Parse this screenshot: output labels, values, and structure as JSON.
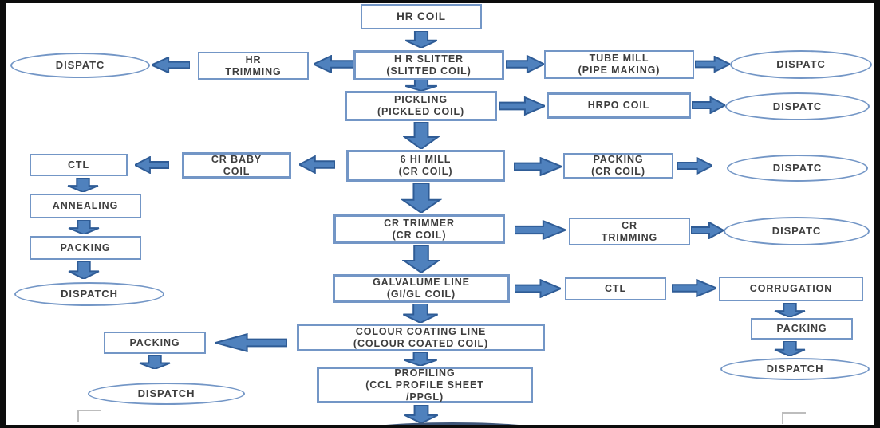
{
  "document": {
    "type": "process-flowchart",
    "background": "#ffffff",
    "frame_color": "#0c0c0c"
  },
  "palette": {
    "arrow_fill": "#4f81bd",
    "arrow_stroke": "#2f5c96",
    "box_border": "#7396c6",
    "text_color": "#3d3d3d"
  },
  "flowchart": {
    "nodes": {
      "hr_coil": {
        "shape": "box",
        "label": "HR COIL"
      },
      "dispatc_hr": {
        "shape": "ellipse",
        "label": "DISPATC"
      },
      "hr_trimming": {
        "shape": "box",
        "label": "HR\nTRIMMING"
      },
      "hr_slitter": {
        "shape": "box",
        "label": "H R SLITTER\n(SLITTED COIL)"
      },
      "tube_mill": {
        "shape": "box",
        "label": "TUBE MILL\n(PIPE MAKING)"
      },
      "dispatc_tube": {
        "shape": "ellipse",
        "label": "DISPATC"
      },
      "pickling": {
        "shape": "box",
        "label": "PICKLING\n(PICKLED COIL)"
      },
      "hrpo_coil": {
        "shape": "box",
        "label": "HRPO COIL"
      },
      "dispatc_hrpo": {
        "shape": "ellipse",
        "label": "DISPATC"
      },
      "ctl_left": {
        "shape": "box",
        "label": "CTL"
      },
      "cr_baby_coil": {
        "shape": "box",
        "label": "CR BABY\nCOIL"
      },
      "six_hi_mill": {
        "shape": "box",
        "label": "6 HI MILL\n(CR COIL)"
      },
      "packing_cr": {
        "shape": "box",
        "label": "PACKING\n(CR COIL)"
      },
      "dispatc_cr": {
        "shape": "ellipse",
        "label": "DISPATC"
      },
      "annealing": {
        "shape": "box",
        "label": "ANNEALING"
      },
      "packing_left": {
        "shape": "box",
        "label": "PACKING"
      },
      "dispatch_left": {
        "shape": "ellipse",
        "label": "DISPATCH"
      },
      "cr_trimmer": {
        "shape": "box",
        "label": "CR TRIMMER\n(CR COIL)"
      },
      "cr_trimming": {
        "shape": "box",
        "label": "CR\nTRIMMING"
      },
      "dispatc_trim": {
        "shape": "ellipse",
        "label": "DISPATC"
      },
      "galvalume": {
        "shape": "box",
        "label": "GALVALUME LINE\n(GI/GL COIL)"
      },
      "ctl_right": {
        "shape": "box",
        "label": "CTL"
      },
      "corrugation": {
        "shape": "box",
        "label": "CORRUGATION"
      },
      "packing_right": {
        "shape": "box",
        "label": "PACKING"
      },
      "dispatch_right": {
        "shape": "ellipse",
        "label": "DISPATCH"
      },
      "colour_coating": {
        "shape": "box",
        "label": "COLOUR COATING LINE\n(COLOUR COATED COIL)"
      },
      "packing_bottom": {
        "shape": "box",
        "label": "PACKING"
      },
      "dispatch_bottom": {
        "shape": "ellipse",
        "label": "DISPATCH"
      },
      "profiling": {
        "shape": "box",
        "label": "PROFILING\n(CCL PROFILE SHEET\n/PPGL)"
      }
    }
  }
}
